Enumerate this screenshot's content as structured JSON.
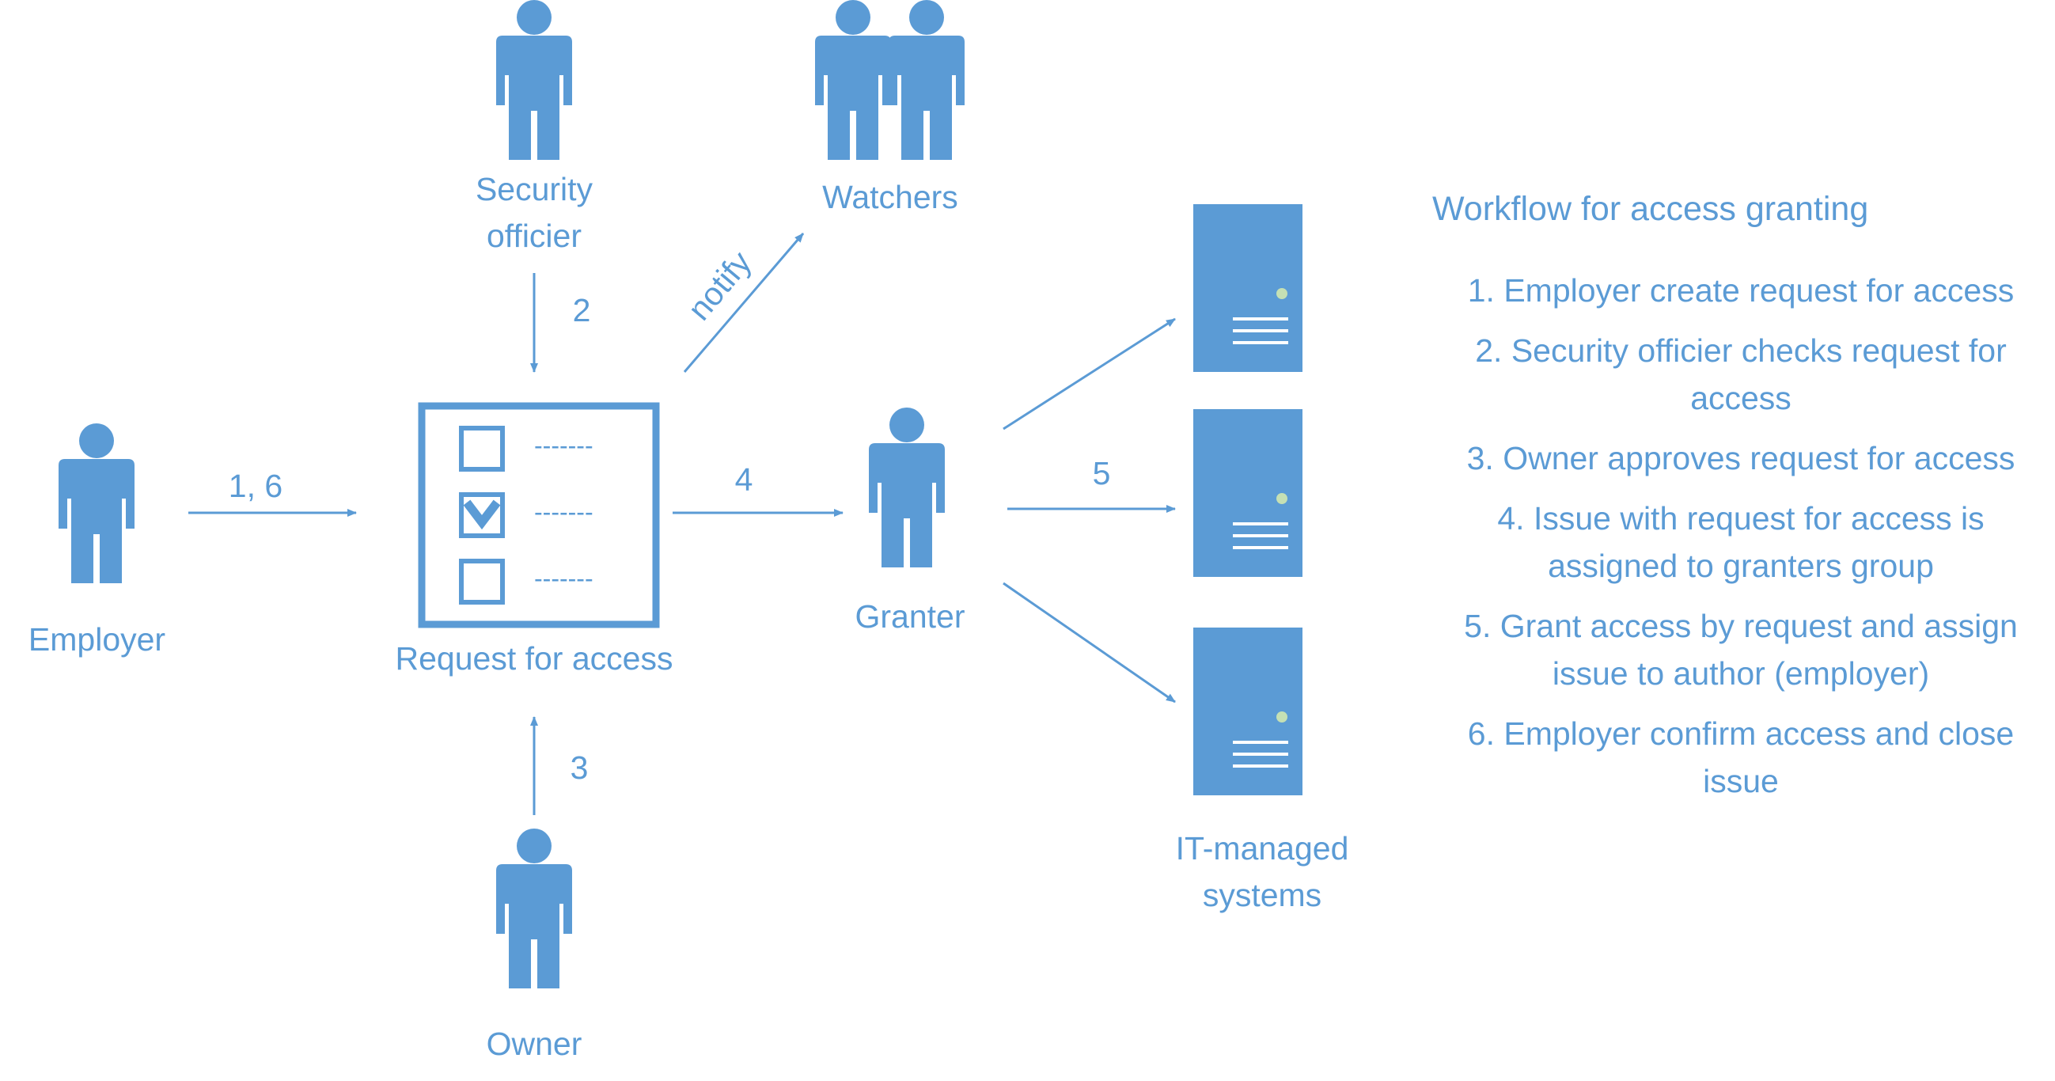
{
  "actors": {
    "security_officer": "Security\nofficier",
    "watchers": "Watchers",
    "employer": "Employer",
    "granter": "Granter",
    "owner": "Owner"
  },
  "request": {
    "label": "Request for access",
    "line_glyph": "-------"
  },
  "systems": {
    "label": "IT-managed\nsystems"
  },
  "arrows": {
    "employer_to_request": "1, 6",
    "security_to_request": "2",
    "owner_to_request": "3",
    "request_to_granter": "4",
    "granter_to_systems": "5",
    "notify": "notify"
  },
  "workflow": {
    "title": "Workflow for access granting",
    "steps": [
      "1. Employer create request for access",
      "2. Security officier checks request for access",
      "3. Owner approves request for access",
      "4. Issue with request for access is assigned to granters group",
      "5. Grant access by request and assign issue to author (employer)",
      "6. Employer confirm access and close issue"
    ]
  },
  "colors": {
    "primary": "#5b9bd5",
    "server_light": "#c5e0b4",
    "server_line": "#ffffff"
  }
}
